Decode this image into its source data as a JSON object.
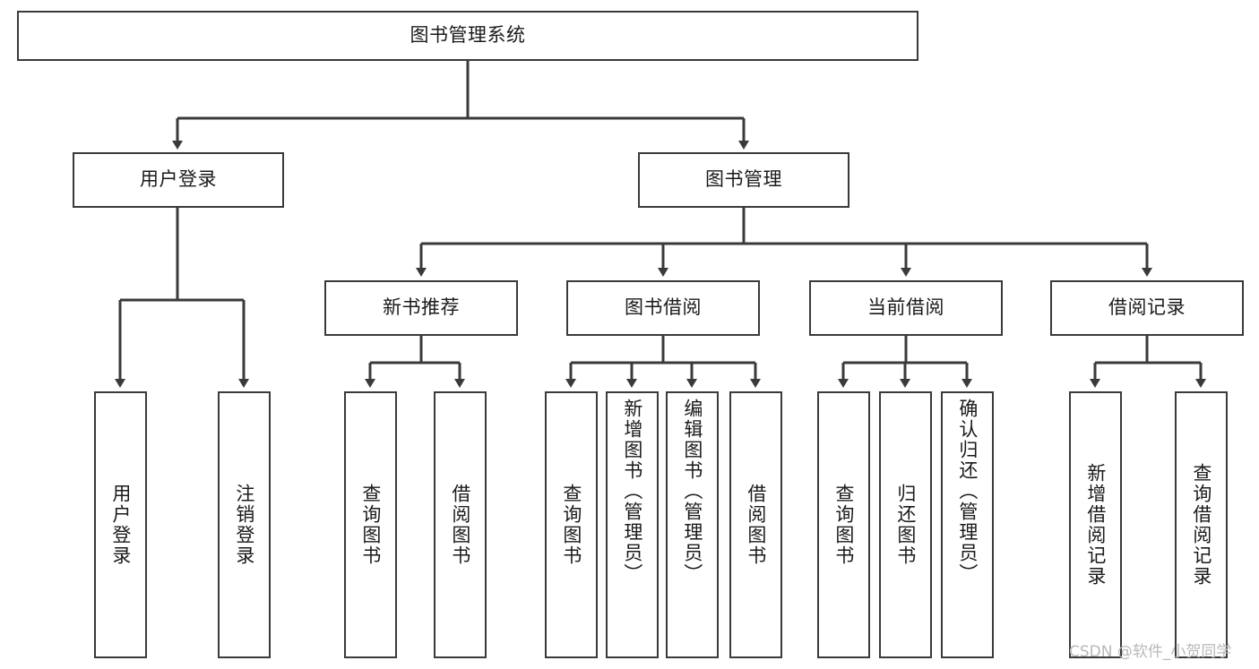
{
  "diagram": {
    "title": "图书管理系统",
    "type": "tree-hierarchy-flowchart",
    "root": {
      "label": "图书管理系统",
      "name": "node-root-system"
    },
    "level2": [
      {
        "label": "用户登录",
        "name": "node-user-login"
      },
      {
        "label": "图书管理",
        "name": "node-book-management"
      }
    ],
    "level3": [
      {
        "label": "新书推荐",
        "name": "node-new-book-recommend"
      },
      {
        "label": "图书借阅",
        "name": "node-book-borrow"
      },
      {
        "label": "当前借阅",
        "name": "node-current-borrow"
      },
      {
        "label": "借阅记录",
        "name": "node-borrow-record"
      }
    ],
    "leaves": {
      "user_login": [
        {
          "label": "用户登录",
          "name": "leaf-user-login"
        },
        {
          "label": "注销登录",
          "name": "leaf-logout"
        }
      ],
      "new_book_recommend": [
        {
          "label": "查询图书",
          "name": "leaf-query-book-1"
        },
        {
          "label": "借阅图书",
          "name": "leaf-borrow-book-1"
        }
      ],
      "book_borrow": [
        {
          "label": "查询图书",
          "name": "leaf-query-book-2"
        },
        {
          "label": "新增图书（管理员）",
          "name": "leaf-add-book-admin"
        },
        {
          "label": "编辑图书（管理员）",
          "name": "leaf-edit-book-admin"
        },
        {
          "label": "借阅图书",
          "name": "leaf-borrow-book-2"
        }
      ],
      "current_borrow": [
        {
          "label": "查询图书",
          "name": "leaf-query-book-3"
        },
        {
          "label": "归还图书",
          "name": "leaf-return-book"
        },
        {
          "label": "确认归还（管理员）",
          "name": "leaf-confirm-return-admin"
        }
      ],
      "borrow_record": [
        {
          "label": "新增借阅记录",
          "name": "leaf-add-borrow-record"
        },
        {
          "label": "查询借阅记录",
          "name": "leaf-query-borrow-record"
        }
      ]
    }
  },
  "watermark": {
    "text": "CSDN @软件_小贺同学"
  },
  "colors": {
    "stroke": "#3a3a3a",
    "text": "#1a1a1a",
    "background": "#ffffff",
    "watermark": "#b8b8b8"
  }
}
